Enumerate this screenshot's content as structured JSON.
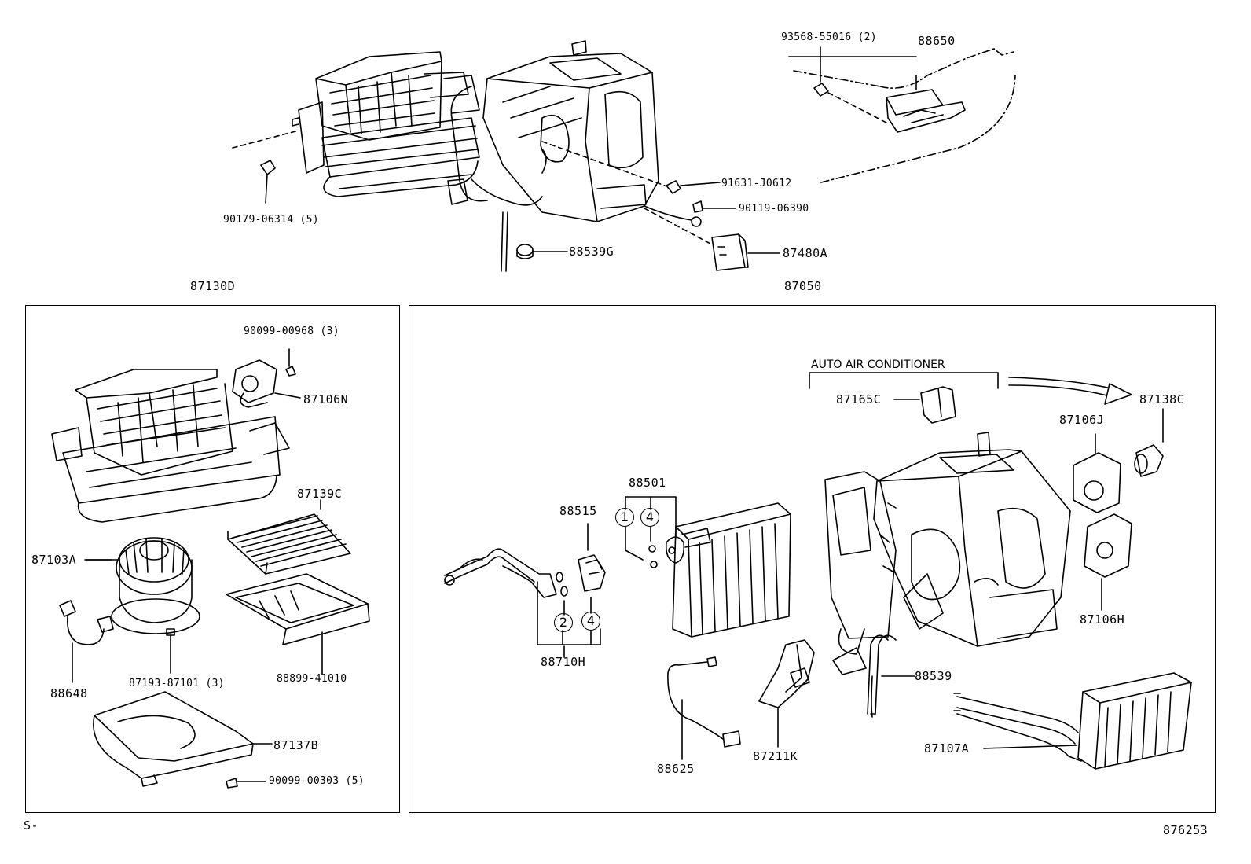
{
  "labels": {
    "p93568": "93568-55016 (2)",
    "p88650": "88650",
    "p91631": "91631-J0612",
    "p90119_06390": "90119-06390",
    "p90179": "90179-06314 (5)",
    "p88539G": "88539G",
    "p87480A": "87480A",
    "p87130D": "87130D",
    "p87050": "87050",
    "p90099_00968": "90099-00968 (3)",
    "p87106N": "87106N",
    "p87139C": "87139C",
    "p87103A": "87103A",
    "p88648": "88648",
    "p87193": "87193-87101 (3)",
    "p88899": "88899-41010",
    "p87137B": "87137B",
    "p90099_00303": "90099-00303 (5)",
    "auto_ac": "AUTO AIR CONDITIONER",
    "p87165C": "87165C",
    "p87138C": "87138C",
    "p87106J": "87106J",
    "p87106H": "87106H",
    "p88501": "88501",
    "p88515": "88515",
    "p88710H": "88710H",
    "p88539": "88539",
    "p88625": "88625",
    "p87211K": "87211K",
    "p87107A": "87107A",
    "footer_left": "S-",
    "footer_right": "876253"
  },
  "circled_numbers": {
    "c1": "1",
    "c4a": "4",
    "c2": "2",
    "c4b": "4"
  }
}
